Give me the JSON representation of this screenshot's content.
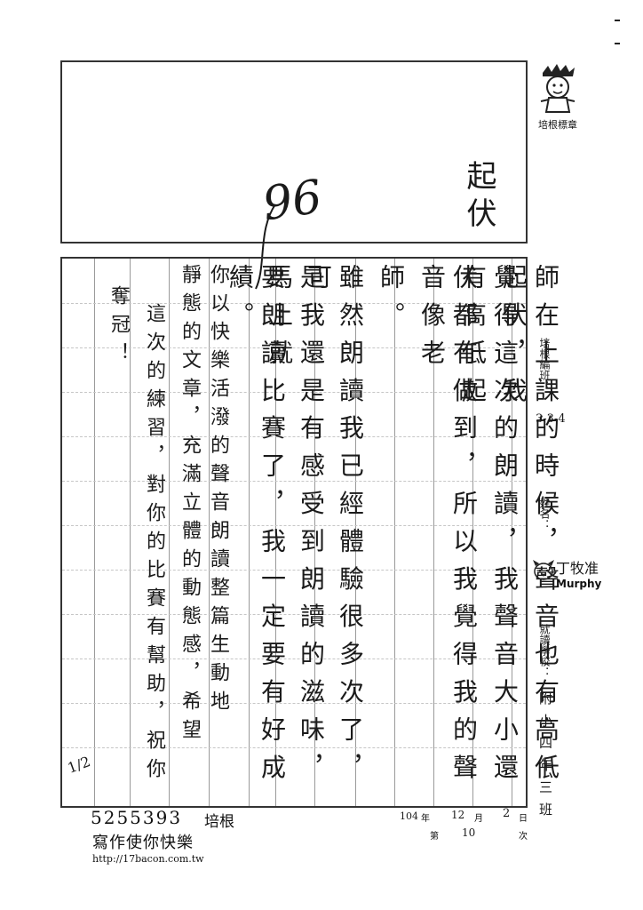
{
  "stamp": {
    "label": "培根標章"
  },
  "teacher_box": {
    "comment": "起伏",
    "score": "96"
  },
  "essay": {
    "columns": [
      "師在上課的時候，聲音也有高低起伏，我",
      "覺得這次的朗讀，我聲音大小還有高低起",
      "伏都有做到，所以我覺得我的聲音像老",
      "師。",
      "",
      "雖然朗讀我已經體驗很多次了，可",
      "是我還是有感受到朗讀的滋味，馬上就",
      "要朗讀比賽了，我一定要有好成績。"
    ],
    "comment_columns": [
      "你以快樂活潑的聲音朗讀整篇生動地",
      "靜態的文章，充滿立體的動態感，希望",
      "這次的練習，對你的比賽有幫助，祝你",
      "奪冠！"
    ]
  },
  "sidebar": {
    "class_label": "培根編班：",
    "class_value": "3-3-4",
    "name_label": "姓名：",
    "name_chinese": "丁牧准",
    "name_english": "Murphy",
    "school_label": "就讀學校：",
    "school_value": "附小四年三班"
  },
  "footer": {
    "code": "5255393",
    "brand": "培根",
    "slogan": "寫作使你快樂",
    "url": "http://17bacon.com.tw",
    "date_year": "104",
    "date_year_unit": "年",
    "date_month": "12",
    "date_month_unit": "月",
    "date_day": "2",
    "date_day_unit": "日",
    "session_prefix": "第",
    "session_number": "10",
    "session_suffix": "次"
  },
  "margin_note": "1/2"
}
